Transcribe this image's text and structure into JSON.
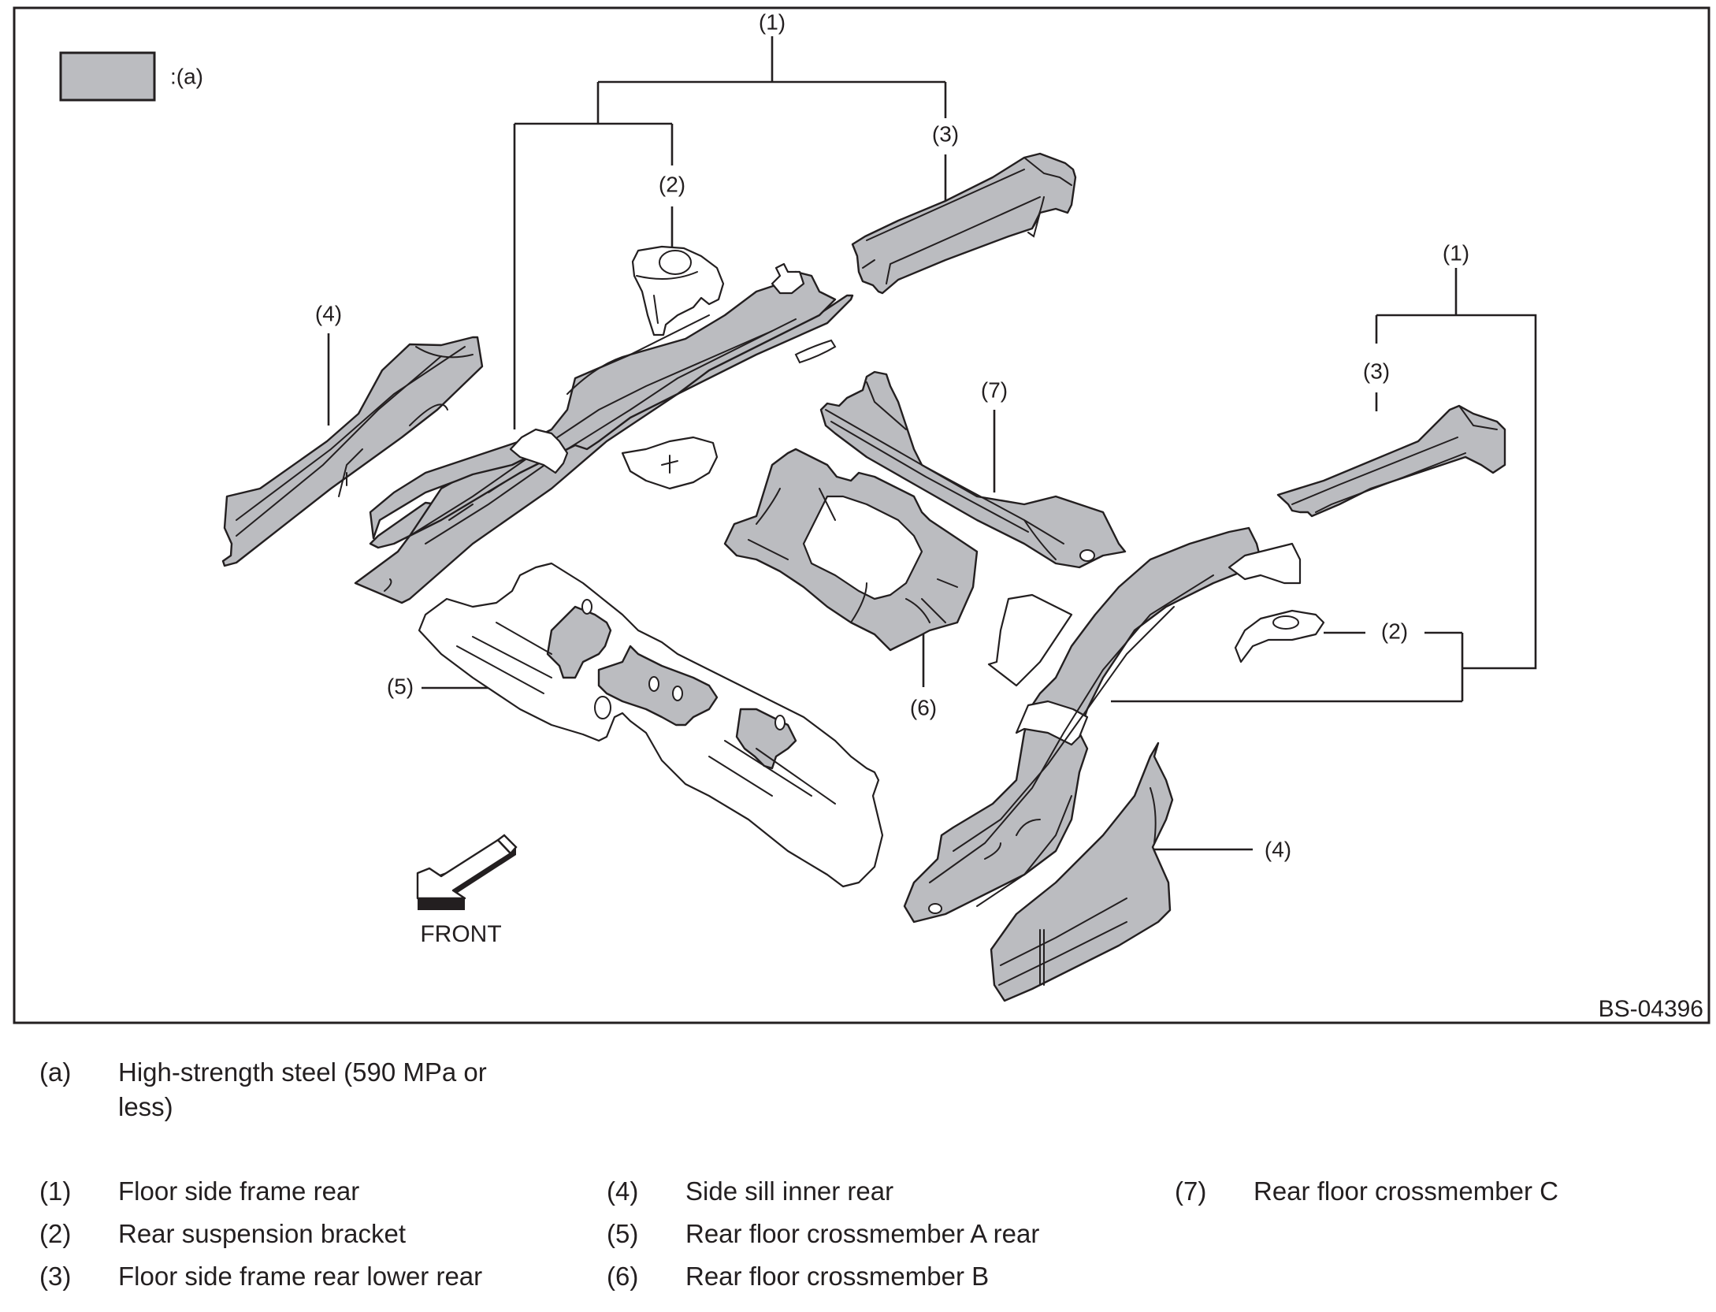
{
  "figure": {
    "document_id": "BS-04396",
    "front_label": "FRONT",
    "legend_key": {
      "label": ":(a)",
      "fill_color": "#bbbcc0"
    },
    "callouts": {
      "left_group_1": "(1)",
      "left_group_2": "(2)",
      "left_group_3": "(3)",
      "left_4": "(4)",
      "part_5": "(5)",
      "part_6": "(6)",
      "part_7": "(7)",
      "right_group_1": "(1)",
      "right_group_2": "(2)",
      "right_group_3": "(3)",
      "right_4": "(4)"
    },
    "stroke_color": "#231f20"
  },
  "legend": {
    "material_note": {
      "key": "(a)",
      "description": "High-strength steel (590 MPa or less)"
    },
    "items": [
      {
        "key": "(1)",
        "label": "Floor side frame rear"
      },
      {
        "key": "(2)",
        "label": "Rear suspension bracket"
      },
      {
        "key": "(3)",
        "label": "Floor side frame rear lower rear"
      },
      {
        "key": "(4)",
        "label": "Side sill inner rear"
      },
      {
        "key": "(5)",
        "label": "Rear floor crossmember A rear"
      },
      {
        "key": "(6)",
        "label": "Rear floor crossmember B"
      },
      {
        "key": "(7)",
        "label": "Rear floor crossmember C"
      }
    ]
  }
}
